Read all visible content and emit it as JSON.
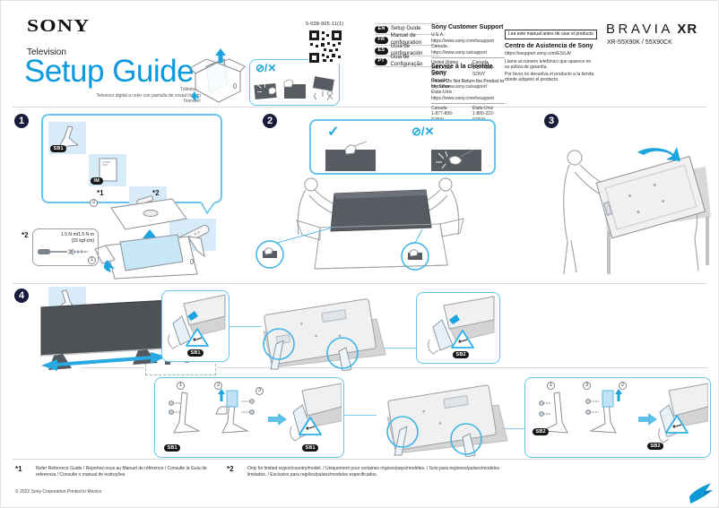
{
  "header": {
    "brand": "SONY",
    "product_type": "Television",
    "title": "Setup Guide",
    "subtitle1": "Téléviseur",
    "subtitle2": "Televisor digital a color con pantalla de cristal líquido",
    "subtitle3": "Televisor",
    "part_number": "5-038-905-11(1)",
    "prohibit": "⊘/✕",
    "bravia": "BRAVIA",
    "bravia_xr": "XR",
    "models": "XR-55X90K / 55X90CK"
  },
  "languages": [
    {
      "code": "EN",
      "label": "Setup Guide"
    },
    {
      "code": "FR",
      "label": "Manuel de configuration"
    },
    {
      "code": "ES",
      "label": "Guía de configuración"
    },
    {
      "code": "PT",
      "label": "Guia de Configuração"
    }
  ],
  "support_en": {
    "title": "Sony Customer Support",
    "region1": "U.S.A.:",
    "url1": "https://www.sony.com/tvsupport",
    "region2": "Canada:",
    "url2": "https://www.sony.ca/support",
    "phone_region1": "United States",
    "phone1": "1-800-222-SONY",
    "phone_region2": "Canada",
    "phone2": "1-877-899-SONY",
    "note": "Please Do Not Return the Product to the Store"
  },
  "support_fr": {
    "title": "Service à la clientèle Sony",
    "region1": "Canada :",
    "url1": "https://www.sony.ca/support",
    "region2": "États-Unis :",
    "url2": "https://www.sony.com/tvsupport",
    "phone_region1": "Canada",
    "phone1": "1-877-899-SONY",
    "phone_region2": "États-Unis",
    "phone2": "1-800-222-SONY",
    "note": "Ne retournez pas le produit au magasin"
  },
  "support_es": {
    "notice": "Lea este manual antes de usar el producto",
    "title": "Centro de Asistencia de Sony",
    "url": "https://esupport.sony.com/ES/LA/",
    "line1": "Llame al número telefónico que aparece en su póliza de garantía.",
    "line2": "Por favor no devuelva el producto a la tienda donde adquirió el producto."
  },
  "steps": {
    "one": "1",
    "two": "2",
    "three": "3",
    "four": "4"
  },
  "parts": {
    "sb1": "SB1",
    "im": "IM",
    "sb2": "SB2",
    "m": "M",
    "star1": "*1",
    "star2": "*2"
  },
  "unboxing": {
    "n1": "1",
    "n2": "2"
  },
  "torque": {
    "mark": "*2",
    "value": "1.5 N·m/1.5 N·m",
    "unit": "{15 kgf·cm}"
  },
  "step2": {
    "ok": "✓",
    "ng": "⊘/✕"
  },
  "step4": {
    "sb1": "SB1",
    "sb2": "SB2",
    "n1": "1",
    "n2": "2",
    "n3": "3"
  },
  "footnotes": {
    "f1_mark": "*1",
    "f1_text": "Refer Reference Guide / Reportez-vous au Manuel de référence / Consulte la Guía de referencia / Consulte o manual de instruções",
    "f2_mark": "*2",
    "f2_text": "Only for limited region/country/model. / Uniquement pour certaines régions/pays/modèles. / Solo para regiones/países/modelos limitados. / Exclusivo para regiões/países/modelos especificados."
  },
  "copyright": "© 2022 Sony Corporation  Printed in Mexico"
}
